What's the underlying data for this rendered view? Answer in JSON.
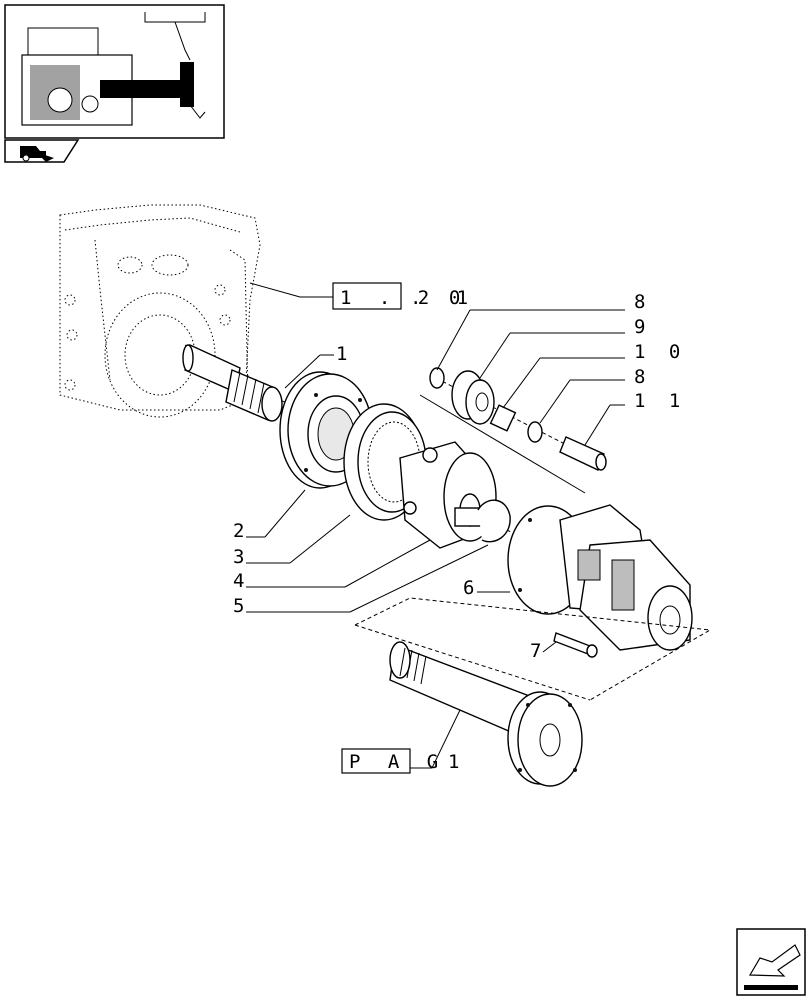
{
  "callouts": {
    "c1": "1",
    "c2": "2",
    "c3": "3",
    "c4": "4",
    "c5": "5",
    "c6": "6",
    "c7": "7",
    "c8a": "8",
    "c8b": "8",
    "c9": "9",
    "c10": "1 0",
    "c11": "1 1",
    "ref_box": "1 . 2 1",
    "ref_suffix": ". 0",
    "pag_box": "P A G",
    "pag_suffix": "1"
  },
  "icons": {
    "thumbnail": "transmission-overview-thumbnail",
    "section": "tractor-section-icon",
    "next_page": "next-page-arrow-icon"
  }
}
